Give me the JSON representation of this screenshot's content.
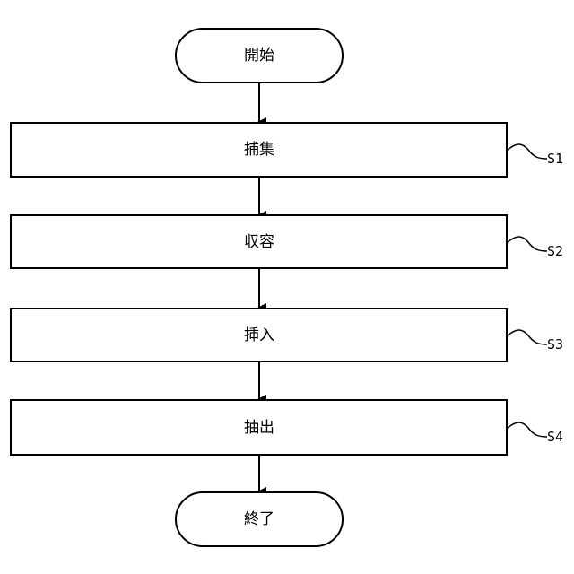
{
  "flow": {
    "start": {
      "label": "開始"
    },
    "steps": [
      {
        "label": "捕集",
        "step_id": "S1"
      },
      {
        "label": "収容",
        "step_id": "S2"
      },
      {
        "label": "挿入",
        "step_id": "S3"
      },
      {
        "label": "抽出",
        "step_id": "S4"
      }
    ],
    "end": {
      "label": "終了"
    }
  }
}
